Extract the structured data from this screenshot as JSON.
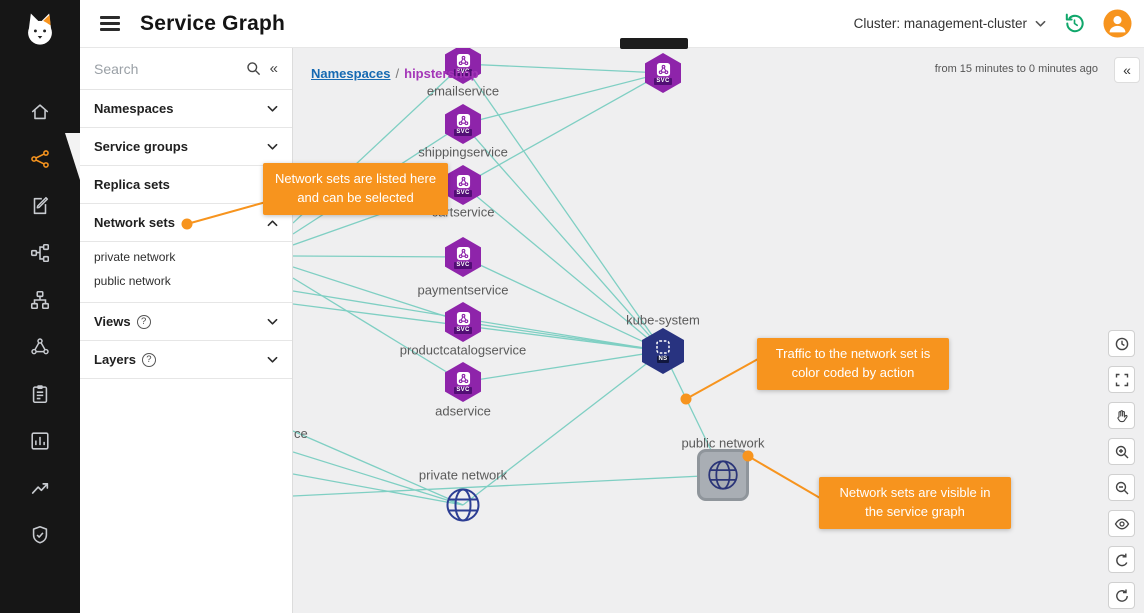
{
  "ui": {
    "collapse_glyph": "«",
    "help_glyph": "?"
  },
  "header": {
    "title": "Service Graph",
    "cluster": "Cluster: management-cluster"
  },
  "rail": {
    "items": [
      {
        "icon": "home-icon"
      },
      {
        "icon": "service-graph-icon",
        "active": true
      },
      {
        "icon": "edit-doc-icon"
      },
      {
        "icon": "share-nodes-icon"
      },
      {
        "icon": "hierarchy-icon"
      },
      {
        "icon": "cluster-icon"
      },
      {
        "icon": "clipboard-icon"
      },
      {
        "icon": "bar-chart-icon"
      },
      {
        "icon": "trend-up-icon"
      },
      {
        "icon": "shield-check-icon"
      }
    ]
  },
  "panel": {
    "search_placeholder": "Search",
    "sections": [
      {
        "label": "Namespaces",
        "chevron": "down"
      },
      {
        "label": "Service groups",
        "chevron": "down"
      },
      {
        "label": "Replica sets",
        "chevron": "down"
      },
      {
        "label": "Network sets",
        "chevron": "up",
        "expanded": true,
        "children": [
          "private network",
          "public network"
        ]
      },
      {
        "label": "Views",
        "chevron": "down",
        "help": true
      },
      {
        "label": "Layers",
        "chevron": "down",
        "help": true
      }
    ]
  },
  "graph": {
    "breadcrumb": {
      "root": "Namespaces",
      "separator": "/",
      "current": "hipstershop"
    },
    "time_range": "from 15 minutes to 0 minutes ago",
    "partial_label": "ce",
    "nodes": [
      {
        "id": "emailservice",
        "label": "emailservice",
        "type": "service",
        "badge": "SVC"
      },
      {
        "id": "shippingservice",
        "label": "shippingservice",
        "type": "service",
        "badge": "SVC"
      },
      {
        "id": "cartservice",
        "label": "cartservice",
        "type": "service",
        "badge": "SVC"
      },
      {
        "id": "paymentservice",
        "label": "paymentservice",
        "type": "service",
        "badge": "SVC"
      },
      {
        "id": "productcatalogservice",
        "label": "productcatalogservice",
        "type": "service",
        "badge": "SVC"
      },
      {
        "id": "adservice",
        "label": "adservice",
        "type": "service",
        "badge": "SVC"
      },
      {
        "id": "svc-top",
        "label": "",
        "type": "service",
        "badge": "SVC"
      },
      {
        "id": "kube-system",
        "label": "kube-system",
        "type": "namespace",
        "badge": "NS"
      },
      {
        "id": "private-network",
        "label": "private network",
        "type": "globe"
      },
      {
        "id": "public-network",
        "label": "public network",
        "type": "tile"
      }
    ],
    "edges": [
      [
        "ext-a",
        "emailservice"
      ],
      [
        "ext-b",
        "shippingservice"
      ],
      [
        "ext-c",
        "cartservice"
      ],
      [
        "ext-d",
        "paymentservice"
      ],
      [
        "ext-e",
        "productcatalogservice"
      ],
      [
        "ext-f",
        "adservice"
      ],
      [
        "ext-g",
        "kube-system"
      ],
      [
        "ext-h",
        "kube-system"
      ],
      [
        "ext-i",
        "private-network"
      ],
      [
        "ext-j",
        "private-network"
      ],
      [
        "ext-k",
        "private-network"
      ],
      [
        "ext-l",
        "public-network"
      ],
      [
        "emailservice",
        "kube-system"
      ],
      [
        "shippingservice",
        "kube-system"
      ],
      [
        "cartservice",
        "kube-system"
      ],
      [
        "paymentservice",
        "kube-system"
      ],
      [
        "productcatalogservice",
        "kube-system"
      ],
      [
        "adservice",
        "kube-system"
      ],
      [
        "emailservice",
        "svc-top"
      ],
      [
        "shippingservice",
        "svc-top"
      ],
      [
        "cartservice",
        "svc-top"
      ],
      [
        "kube-system",
        "public-network"
      ],
      [
        "private-network",
        "kube-system"
      ]
    ]
  },
  "toolbar": {
    "buttons": [
      {
        "name": "time"
      },
      {
        "name": "fit-screen"
      },
      {
        "name": "pan-hand"
      },
      {
        "name": "zoom-in"
      },
      {
        "name": "zoom-out"
      },
      {
        "name": "visibility"
      },
      {
        "name": "undo"
      },
      {
        "name": "refresh"
      }
    ]
  },
  "callouts": [
    {
      "text": "Network sets are listed here and can be selected"
    },
    {
      "text": "Traffic to the network set is color coded by action"
    },
    {
      "text": "Network sets are visible in the service graph"
    }
  ],
  "colors": {
    "accent_orange": "#F7941E",
    "service_purple": "#8E24AA",
    "namespace_navy": "#283380",
    "edge_teal": "#7FCFC3",
    "link_blue": "#1669B2",
    "breadcrumb_purple": "#A436B8",
    "history_green": "#10A76B"
  }
}
